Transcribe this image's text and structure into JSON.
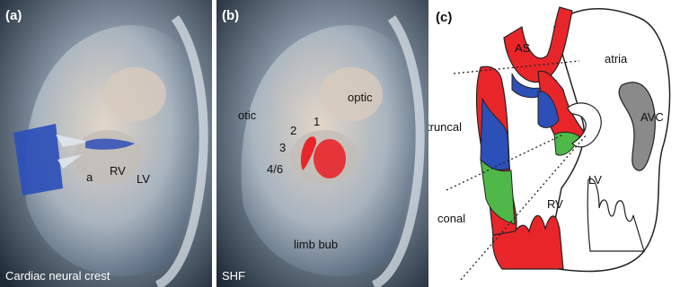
{
  "panels": {
    "a": {
      "label": "(a)",
      "caption": "Cardiac neural crest",
      "labels": {
        "a": "a",
        "rv": "RV",
        "lv": "LV"
      },
      "colors": {
        "highlight": "#2d4fb8"
      }
    },
    "b": {
      "label": "(b)",
      "caption": "SHF",
      "labels": {
        "otic": "otic",
        "optic": "optic",
        "n1": "1",
        "n2": "2",
        "n3": "3",
        "n46": "4/6",
        "limb": "limb bub"
      },
      "colors": {
        "highlight": "#e8262a"
      }
    },
    "c": {
      "label": "(c)",
      "labels": {
        "as": "AS",
        "atria": "atria",
        "truncal": "truncal",
        "avc": "AVC",
        "lv": "LV",
        "rv": "RV",
        "conal": "conal"
      },
      "colors": {
        "red": "#e8262a",
        "blue": "#2d4fb8",
        "green": "#4fb848",
        "gray": "#8a8a8a"
      }
    }
  }
}
